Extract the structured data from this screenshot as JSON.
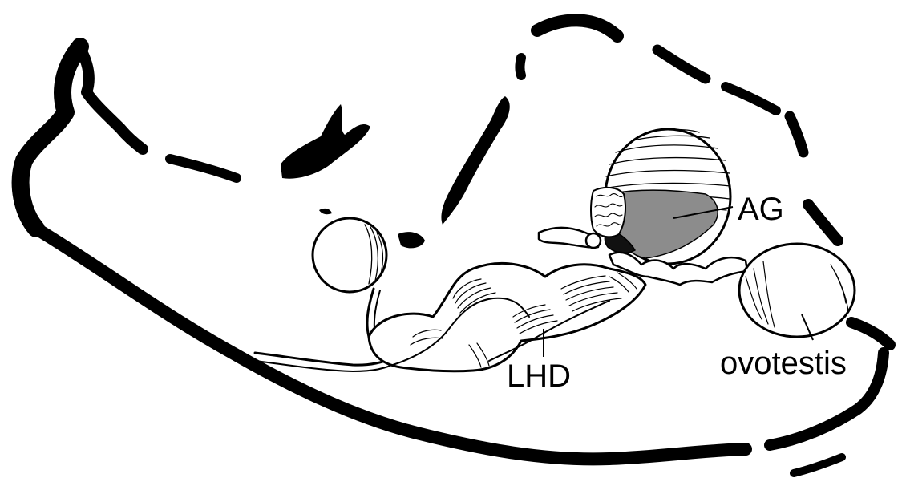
{
  "labels": {
    "ag": "AG",
    "lhd": "LHD",
    "ovotestis": "ovotestis"
  },
  "colors": {
    "ink": "#000000",
    "paper": "#ffffff",
    "gland_gray": "#8c8c8c"
  }
}
